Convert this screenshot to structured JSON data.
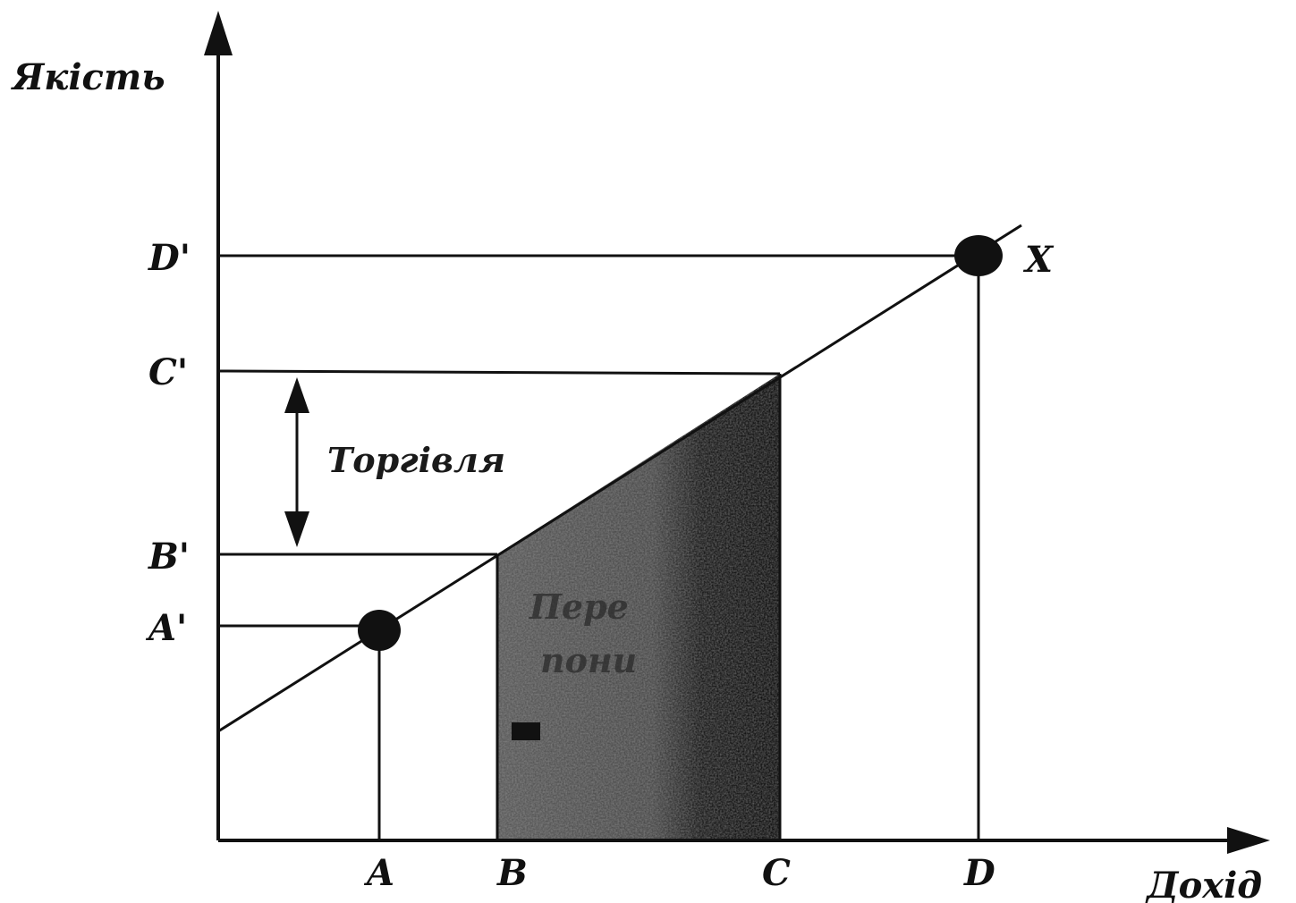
{
  "diagram": {
    "y_axis_label": "Якість",
    "x_axis_label": "Дохід",
    "x_ticks": [
      "A",
      "B",
      "C",
      "D"
    ],
    "y_ticks": [
      "A'",
      "B'",
      "C'",
      "D'"
    ],
    "line_label": "X",
    "trade_label": "Торгівля",
    "shaded_label_line1": "Пере",
    "shaded_label_line2": "пони",
    "colors": {
      "ink": "#111111",
      "shade_dark": "#0a0a0a",
      "shade_light": "#6e6e6e",
      "background": "#ffffff"
    }
  }
}
